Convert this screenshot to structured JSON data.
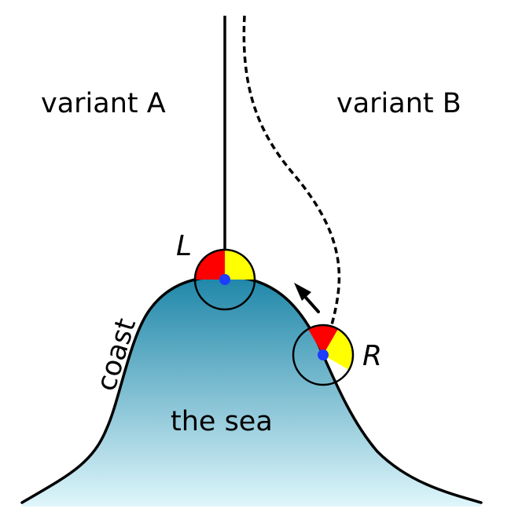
{
  "labels": {
    "variant_a": "variant A",
    "variant_b": "variant B",
    "coast": "coast",
    "sea": "the sea",
    "left_marker": "L",
    "right_marker": "R"
  },
  "colors": {
    "sea_top": "#1e86a8",
    "sea_bottom": "#dff6fb",
    "quadrant_red": "#ff0000",
    "quadrant_yellow": "#ffff00",
    "center_dot": "#1e3cff",
    "line": "#000000"
  }
}
